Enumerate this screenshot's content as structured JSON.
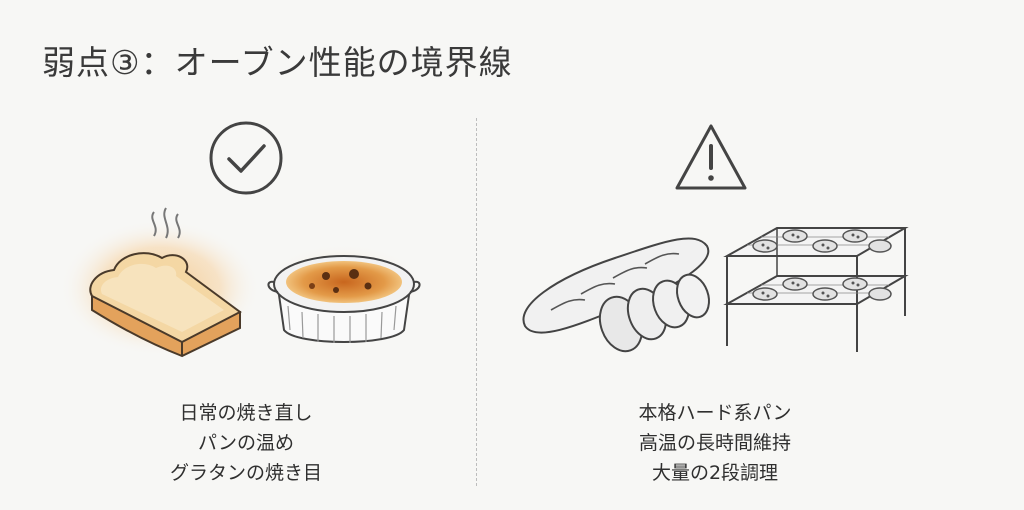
{
  "title": "弱点③：オーブン性能の境界線",
  "left_panel": {
    "icon": "check-circle-icon",
    "captions": [
      "日常の焼き直し",
      "パンの温め",
      "グラタンの焼き目"
    ]
  },
  "right_panel": {
    "icon": "warning-triangle-icon",
    "captions": [
      "本格ハード系パン",
      "高温の長時間維持",
      "大量の2段調理"
    ]
  },
  "colors": {
    "background": "#f7f7f5",
    "glow": "#f3a640",
    "line": "#444444"
  }
}
